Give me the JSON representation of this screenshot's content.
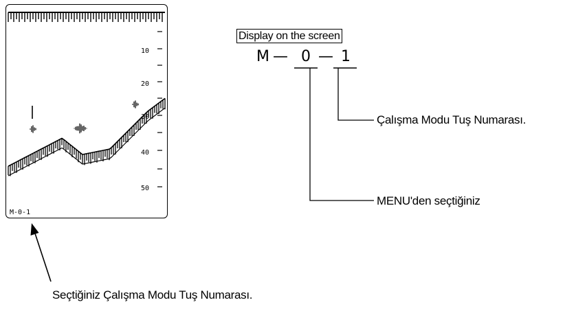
{
  "echogram": {
    "depth_labels": [
      "10",
      "20",
      "30",
      "40",
      "50"
    ],
    "mode_code": "M-0-1"
  },
  "display": {
    "title": "Display on the screen",
    "code": {
      "prefix": "M",
      "dash1": "—",
      "menu_digit": "0",
      "dash2": "—",
      "key_digit": "1"
    }
  },
  "callouts": {
    "key_number": "Çalışma Modu Tuş Numarası.",
    "menu_selection": "MENU'den seçtiğiniz",
    "selected_key_number": "Seçtiğiniz Çalışma Modu Tuş Numarası."
  }
}
